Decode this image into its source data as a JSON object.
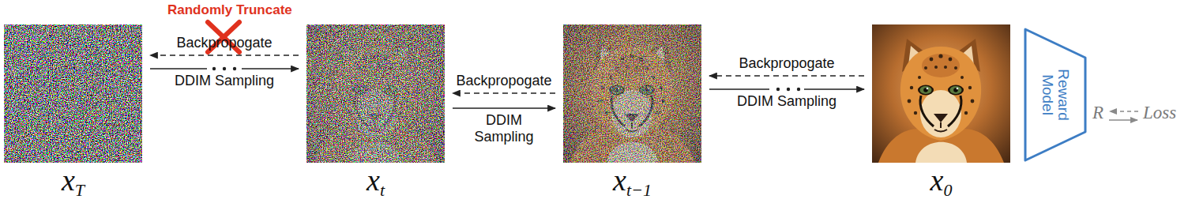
{
  "diagram": {
    "nodes": [
      {
        "text": [
          "xT"
        ]
      },
      {
        "text": [
          "xt"
        ]
      },
      {
        "text": [
          "xt−1"
        ]
      },
      {
        "text": [
          "x0"
        ]
      },
      {
        "text": [
          "Reward Model"
        ]
      }
    ],
    "edges": [
      {
        "from": 1,
        "to": 0,
        "arrow": "to",
        "label": "Backpropogate"
      },
      {
        "from": 0,
        "to": 1,
        "arrow": "to",
        "label": "DDIM Sampling"
      },
      {
        "from": 2,
        "to": 1,
        "arrow": "to",
        "label": "Backpropogate"
      },
      {
        "from": 1,
        "to": 2,
        "arrow": "to",
        "label": "DDIM Sampling"
      },
      {
        "from": 3,
        "to": 2,
        "arrow": "to",
        "label": "Backpropogate"
      },
      {
        "from": 2,
        "to": 3,
        "arrow": "to",
        "label": "DDIM Sampling"
      }
    ],
    "labels": [
      "Randomly Truncate",
      "R",
      "Loss"
    ]
  }
}
